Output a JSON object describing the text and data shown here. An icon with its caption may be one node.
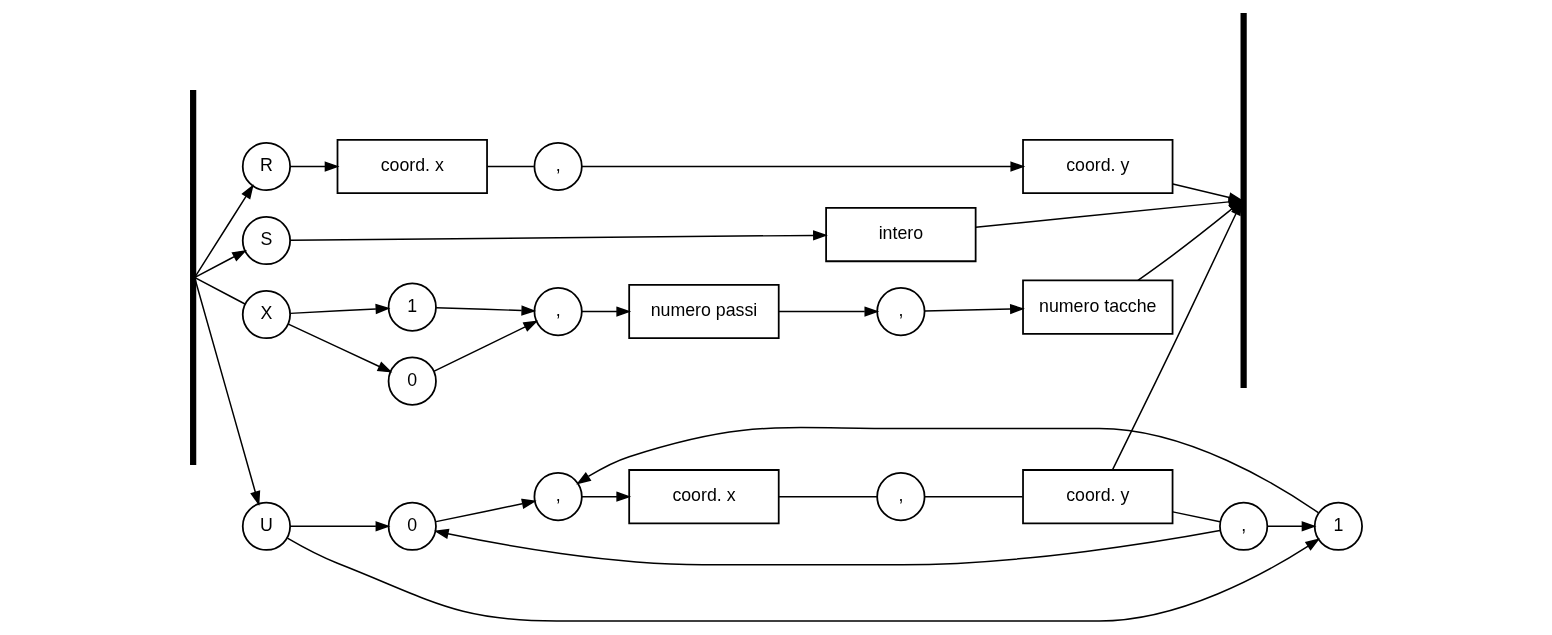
{
  "diagram": {
    "nodes": [
      {
        "text": [],
        "shape": "bar"
      },
      {
        "text": [
          "R"
        ]
      },
      {
        "text": [
          "coord. x"
        ]
      },
      {
        "text": [
          ","
        ]
      },
      {
        "text": [
          "coord. y"
        ]
      },
      {
        "text": [
          "S"
        ]
      },
      {
        "text": [
          "intero"
        ]
      },
      {
        "text": [
          "U"
        ]
      },
      {
        "text": [
          "0"
        ]
      },
      {
        "text": [
          "1"
        ]
      },
      {
        "text": [
          ","
        ]
      },
      {
        "text": [
          "coord. x"
        ]
      },
      {
        "text": [
          ","
        ]
      },
      {
        "text": [
          "coord. y"
        ]
      },
      {
        "text": [
          ","
        ]
      },
      {
        "text": [
          "X"
        ]
      },
      {
        "text": [
          "0"
        ]
      },
      {
        "text": [
          "1"
        ]
      },
      {
        "text": [
          ","
        ]
      },
      {
        "text": [
          "numero passi"
        ]
      },
      {
        "text": [
          ","
        ]
      },
      {
        "text": [
          "numero tacche"
        ]
      },
      {
        "text": [],
        "shape": "bar"
      }
    ],
    "edges": [
      {
        "from": 0,
        "to": 1,
        "arrow": "to"
      },
      {
        "from": 1,
        "to": 2,
        "arrow": "to"
      },
      {
        "from": 2,
        "to": 3,
        "arrow": "none"
      },
      {
        "from": 3,
        "to": 4,
        "arrow": "to"
      },
      {
        "from": 4,
        "to": 22,
        "arrow": "to"
      },
      {
        "from": 0,
        "to": 5,
        "arrow": "to"
      },
      {
        "from": 5,
        "to": 6,
        "arrow": "to"
      },
      {
        "from": 6,
        "to": 22,
        "arrow": "to"
      },
      {
        "from": 0,
        "to": 7,
        "arrow": "to"
      },
      {
        "from": 7,
        "to": 8,
        "arrow": "to"
      },
      {
        "from": 7,
        "to": 9,
        "arrow": "to"
      },
      {
        "from": 8,
        "to": 10,
        "arrow": "to"
      },
      {
        "from": 9,
        "to": 10,
        "arrow": "to"
      },
      {
        "from": 10,
        "to": 11,
        "arrow": "to"
      },
      {
        "from": 11,
        "to": 12,
        "arrow": "none"
      },
      {
        "from": 12,
        "to": 13,
        "arrow": "none"
      },
      {
        "from": 13,
        "to": 22,
        "arrow": "to"
      },
      {
        "from": 13,
        "to": 14,
        "arrow": "none"
      },
      {
        "from": 14,
        "to": 8,
        "arrow": "to"
      },
      {
        "from": 14,
        "to": 9,
        "arrow": "to"
      },
      {
        "from": 0,
        "to": 15,
        "arrow": "none"
      },
      {
        "from": 15,
        "to": 16,
        "arrow": "to"
      },
      {
        "from": 15,
        "to": 17,
        "arrow": "to"
      },
      {
        "from": 16,
        "to": 18,
        "arrow": "to"
      },
      {
        "from": 17,
        "to": 18,
        "arrow": "to"
      },
      {
        "from": 18,
        "to": 19,
        "arrow": "to"
      },
      {
        "from": 19,
        "to": 20,
        "arrow": "to"
      },
      {
        "from": 20,
        "to": 21,
        "arrow": "to"
      },
      {
        "from": 21,
        "to": 22,
        "arrow": "to"
      }
    ]
  }
}
